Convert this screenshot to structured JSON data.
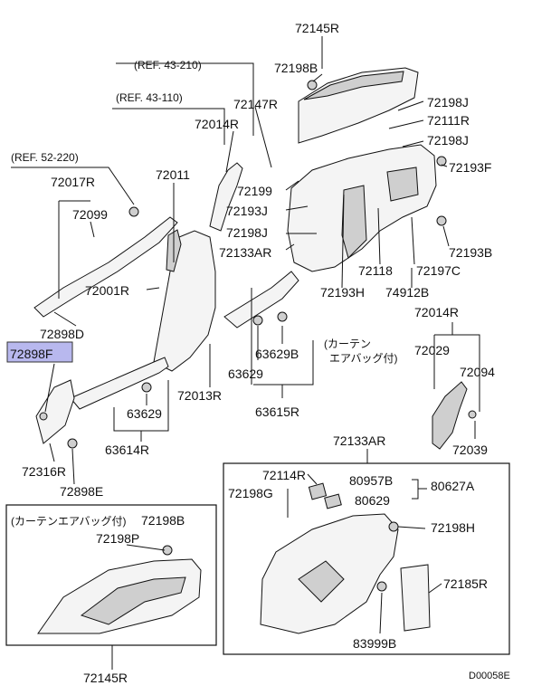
{
  "labels": {
    "p72145R_top": "72145R",
    "p72198B_top": "72198B",
    "ref_43_210": "(REF. 43-210)",
    "ref_43_110": "(REF. 43-110)",
    "ref_52_220": "(REF. 52-220)",
    "p72147R": "72147R",
    "p72014R_top": "72014R",
    "p72198J_a": "72198J",
    "p72111R": "72111R",
    "p72198J_b": "72198J",
    "p72193F": "72193F",
    "p72017R": "72017R",
    "p72011": "72011",
    "p72199": "72199",
    "p72099": "72099",
    "p72193J": "72193J",
    "p72198J_c": "72198J",
    "p72133AR_mid": "72133AR",
    "p72193B": "72193B",
    "p72001R": "72001R",
    "p72118": "72118",
    "p72197C": "72197C",
    "p72193H": "72193H",
    "p74912B": "74912B",
    "p72898D": "72898D",
    "p72014R_right": "72014R",
    "curtain_airbag": "(カーテン",
    "curtain_airbag2": "エアバッグ付)",
    "p72898F": "72898F",
    "p63629B": "63629B",
    "p72029": "72029",
    "p63629_mid": "63629",
    "p72094": "72094",
    "p72013R": "72013R",
    "p63615R": "63615R",
    "p63629_low": "63629",
    "p63614R": "63614R",
    "p72039": "72039",
    "p72133AR_box": "72133AR",
    "p72316R": "72316R",
    "p72114R": "72114R",
    "p80957B": "80957B",
    "p80627A": "80627A",
    "p72198G": "72198G",
    "p80629": "80629",
    "p72898E": "72898E",
    "curtain_airbag_box": "(カーテンエアバッグ付)",
    "p72198B_box": "72198B",
    "p72198P": "72198P",
    "p72198H": "72198H",
    "p72185R": "72185R",
    "p83999B": "83999B",
    "p72145R_bottom": "72145R",
    "diagram_code": "D00058E"
  },
  "highlight_color": "#b8b8ee"
}
